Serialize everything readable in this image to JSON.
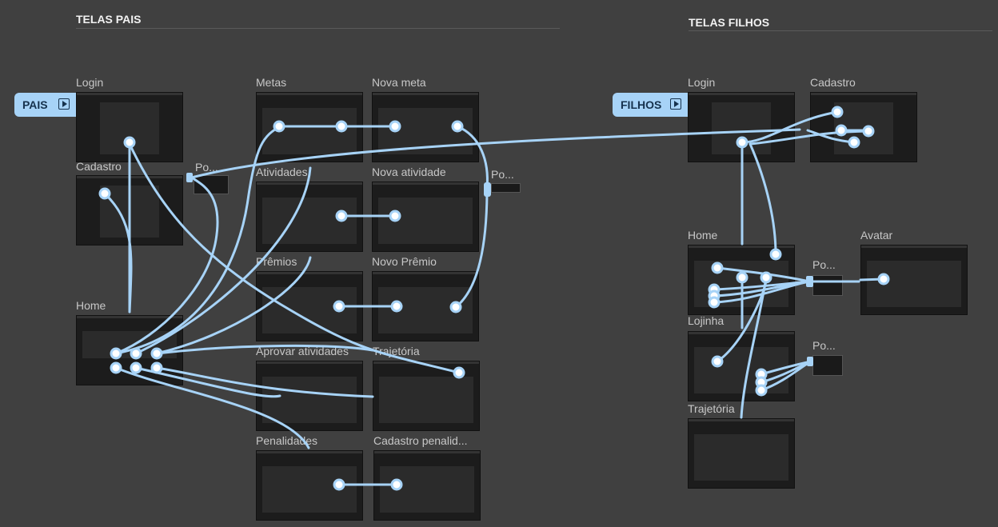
{
  "sections": {
    "pais": "TELAS PAIS",
    "filhos": "TELAS FILHOS"
  },
  "flow_tags": {
    "pais": "PAIS",
    "filhos": "FILHOS"
  },
  "frames_pais": {
    "login": "Login",
    "cadastro": "Cadastro",
    "popup_cadastro": "Po...",
    "home": "Home",
    "metas": "Metas",
    "nova_meta": "Nova meta",
    "popup_metas": "Po...",
    "atividades": "Atividades",
    "nova_atividade": "Nova atividade",
    "premios": "Prêmios",
    "novo_premio": "Novo Prêmio",
    "aprovar_atividades": "Aprovar atividades",
    "trajetoria": "Trajetória",
    "penalidades": "Penalidades",
    "cadastro_penalidades": "Cadastro penalid..."
  },
  "frames_filhos": {
    "login": "Login",
    "cadastro": "Cadastro",
    "home": "Home",
    "popup_home": "Po...",
    "avatar": "Avatar",
    "lojinha": "Lojinha",
    "popup_lojinha": "Po...",
    "trajetoria": "Trajetória"
  },
  "colors": {
    "canvas": "#404040",
    "frame": "#1c1c1c",
    "connector": "#a7d3f7"
  }
}
